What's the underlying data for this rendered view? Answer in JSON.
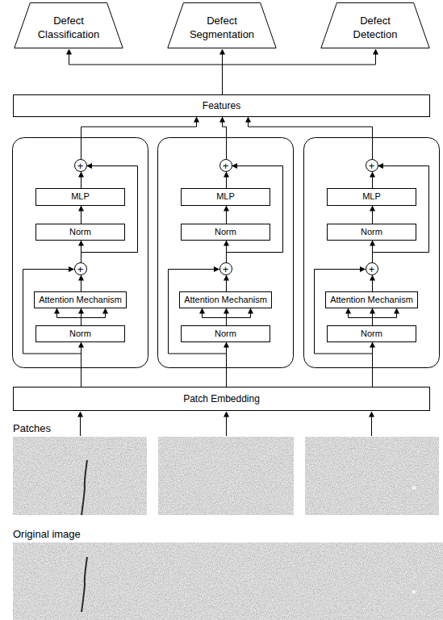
{
  "diagram": {
    "nodes": [
      {
        "text": [
          "Defect Classification"
        ]
      },
      {
        "text": [
          "Defect Segmentation"
        ]
      },
      {
        "text": [
          "Defect Detection"
        ]
      },
      {
        "text": [
          "Features"
        ]
      },
      {
        "text": [
          "+"
        ]
      },
      {
        "text": [
          "MLP"
        ]
      },
      {
        "text": [
          "Norm"
        ]
      },
      {
        "text": [
          "+"
        ]
      },
      {
        "text": [
          "Attention Mechanism"
        ]
      },
      {
        "text": [
          "Norm"
        ]
      },
      {
        "text": [
          "+"
        ]
      },
      {
        "text": [
          "MLP"
        ]
      },
      {
        "text": [
          "Norm"
        ]
      },
      {
        "text": [
          "+"
        ]
      },
      {
        "text": [
          "Attention Mechanism"
        ]
      },
      {
        "text": [
          "Norm"
        ]
      },
      {
        "text": [
          "+"
        ]
      },
      {
        "text": [
          "MLP"
        ]
      },
      {
        "text": [
          "Norm"
        ]
      },
      {
        "text": [
          "+"
        ]
      },
      {
        "text": [
          "Attention Mechanism"
        ]
      },
      {
        "text": [
          "Norm"
        ]
      },
      {
        "text": [
          "Patch Embedding"
        ]
      }
    ],
    "edges": [
      {
        "from": 3,
        "to": 0,
        "arrow": "to"
      },
      {
        "from": 3,
        "to": 1,
        "arrow": "to"
      },
      {
        "from": 3,
        "to": 2,
        "arrow": "to"
      },
      {
        "from": 4,
        "to": 3,
        "arrow": "to"
      },
      {
        "from": 22,
        "to": 9,
        "arrow": "to"
      },
      {
        "from": 9,
        "to": 8,
        "arrow": "to"
      },
      {
        "from": 8,
        "to": 7,
        "arrow": "to"
      },
      {
        "from": 22,
        "to": 7,
        "arrow": "to"
      },
      {
        "from": 7,
        "to": 6,
        "arrow": "to"
      },
      {
        "from": 6,
        "to": 5,
        "arrow": "to"
      },
      {
        "from": 5,
        "to": 4,
        "arrow": "to"
      },
      {
        "from": 7,
        "to": 4,
        "arrow": "to"
      },
      {
        "from": 10,
        "to": 3,
        "arrow": "to"
      },
      {
        "from": 22,
        "to": 15,
        "arrow": "to"
      },
      {
        "from": 15,
        "to": 14,
        "arrow": "to"
      },
      {
        "from": 14,
        "to": 13,
        "arrow": "to"
      },
      {
        "from": 22,
        "to": 13,
        "arrow": "to"
      },
      {
        "from": 13,
        "to": 12,
        "arrow": "to"
      },
      {
        "from": 12,
        "to": 11,
        "arrow": "to"
      },
      {
        "from": 11,
        "to": 10,
        "arrow": "to"
      },
      {
        "from": 13,
        "to": 10,
        "arrow": "to"
      },
      {
        "from": 16,
        "to": 3,
        "arrow": "to"
      },
      {
        "from": 22,
        "to": 21,
        "arrow": "to"
      },
      {
        "from": 21,
        "to": 20,
        "arrow": "to"
      },
      {
        "from": 20,
        "to": 19,
        "arrow": "to"
      },
      {
        "from": 22,
        "to": 19,
        "arrow": "to"
      },
      {
        "from": 19,
        "to": 18,
        "arrow": "to"
      },
      {
        "from": 18,
        "to": 17,
        "arrow": "to"
      },
      {
        "from": 17,
        "to": 16,
        "arrow": "to"
      },
      {
        "from": 19,
        "to": 16,
        "arrow": "to"
      }
    ],
    "labels": [
      "Patches",
      "Original image"
    ]
  }
}
